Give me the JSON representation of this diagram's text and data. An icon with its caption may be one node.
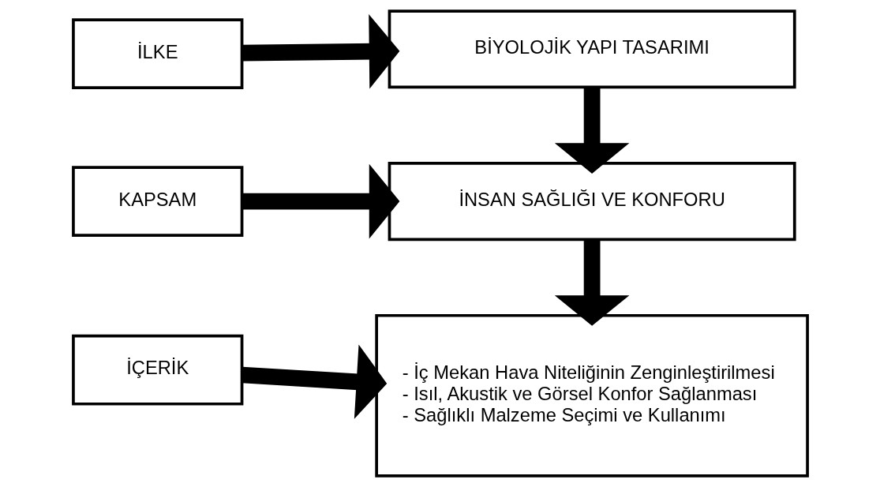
{
  "diagram": {
    "nodes": [
      {
        "text": [
          "İLKE"
        ]
      },
      {
        "text": [
          "KAPSAM"
        ]
      },
      {
        "text": [
          "İÇERİK"
        ]
      },
      {
        "text": [
          "BİYOLOJİK YAPI TASARIMI"
        ]
      },
      {
        "text": [
          "İNSAN SAĞLIĞI VE KONFORU"
        ]
      },
      {
        "text": [
          "- İç Mekan Hava Niteliğinin Zenginleştirilmesi",
          "- Isıl, Akustik ve Görsel Konfor Sağlanması",
          "- Sağlıklı Malzeme Seçimi ve Kullanımı"
        ]
      }
    ],
    "edges": [
      {
        "from": 0,
        "to": 3,
        "arrow": "to"
      },
      {
        "from": 1,
        "to": 4,
        "arrow": "to"
      },
      {
        "from": 2,
        "to": 5,
        "arrow": "to"
      },
      {
        "from": 3,
        "to": 4,
        "arrow": "to"
      },
      {
        "from": 4,
        "to": 5,
        "arrow": "to"
      }
    ]
  }
}
